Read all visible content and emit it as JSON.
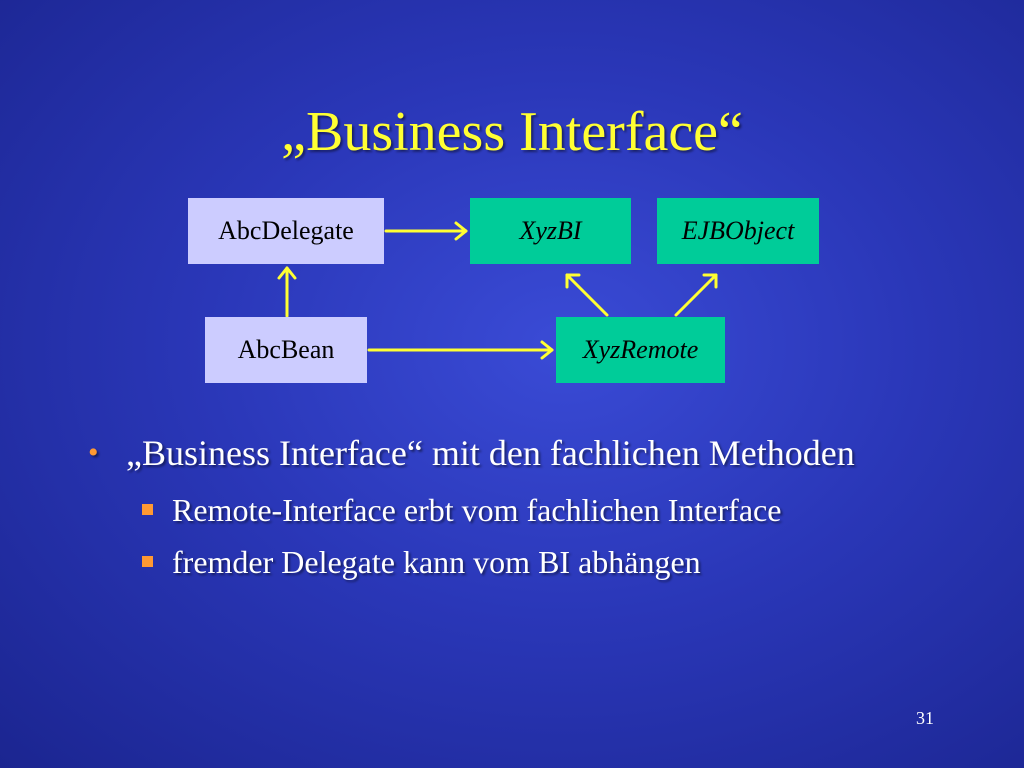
{
  "slide": {
    "title": "„Business Interface“",
    "page_number": "31"
  },
  "diagram": {
    "nodes": {
      "abc_delegate": "AbcDelegate",
      "xyz_bi": "XyzBI",
      "ejb_object": "EJBObject",
      "abc_bean": "AbcBean",
      "xyz_remote": "XyzRemote"
    }
  },
  "bullets": {
    "main": "„Business Interface“ mit den fachlichen Methoden",
    "sub": [
      "Remote-Interface erbt vom fachlichen Interface",
      "fremder Delegate kann vom BI abhängen"
    ]
  },
  "colors": {
    "background": "#2a37b8",
    "title": "#ffff33",
    "class_box": "#ccccff",
    "interface_box": "#00cc99",
    "arrow": "#ffff33",
    "bullet_mark": "#ff9933"
  }
}
